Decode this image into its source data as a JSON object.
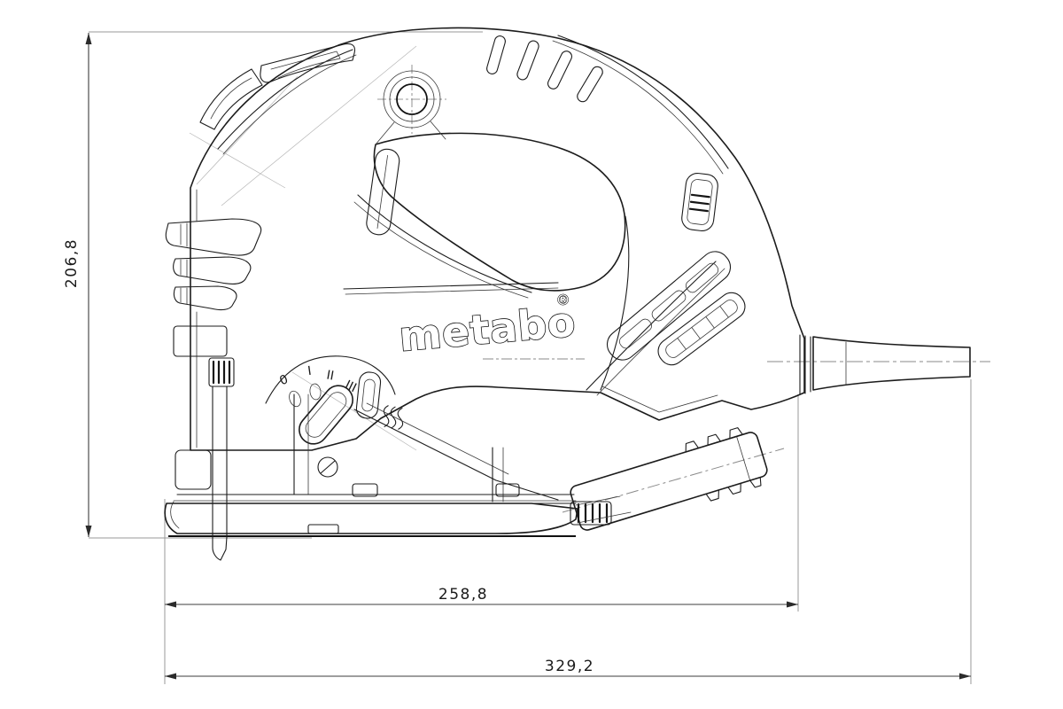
{
  "drawing": {
    "brand": {
      "logo_text": "metabo",
      "registered_symbol": "®"
    },
    "selector": {
      "markings": [
        "0",
        "I",
        "II",
        "III"
      ]
    },
    "dimensions": {
      "height_mm": "206,8",
      "length_to_housing_mm": "258,8",
      "overall_length_mm": "329,2"
    },
    "colors": {
      "background": "#ffffff",
      "outline": "#1c1c1c",
      "dimension_line": "#3c3c3c",
      "extension_line": "#9a9a9a"
    }
  }
}
